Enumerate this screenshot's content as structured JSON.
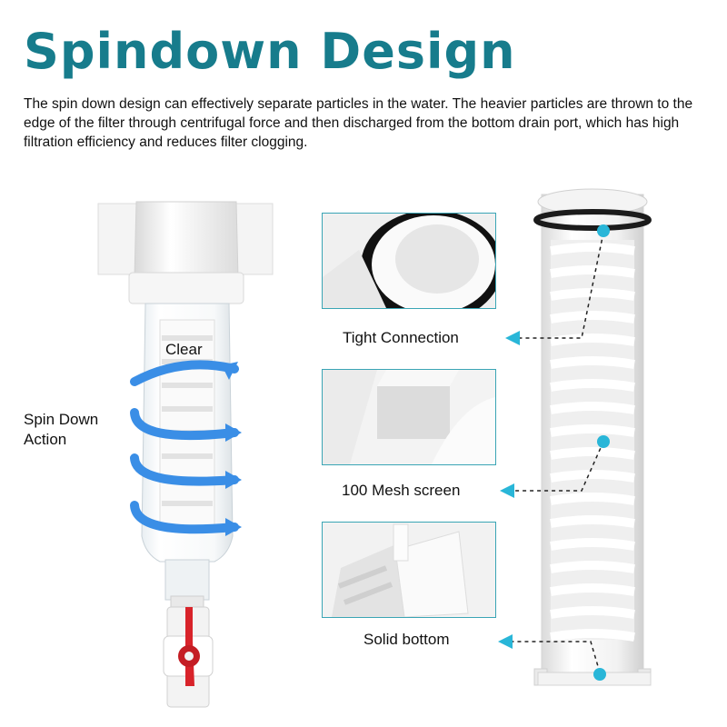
{
  "header": {
    "title": "Spindown Design",
    "description": "The spin down design can effectively separate particles in the water. The heavier particles are thrown to the edge of the filter through centrifugal force and then discharged from the bottom drain port, which has high filtration efficiency and reduces filter clogging."
  },
  "left_illustration": {
    "clear_label": "Clear",
    "spin_label": "Spin Down\nAction",
    "arrow_color": "#3a8ee6",
    "valve_color": "#d8232a"
  },
  "details": [
    {
      "label": "Tight Connection"
    },
    {
      "label": "100 Mesh screen"
    },
    {
      "label": "Solid bottom"
    }
  ],
  "accent_color": "#29b6d8"
}
